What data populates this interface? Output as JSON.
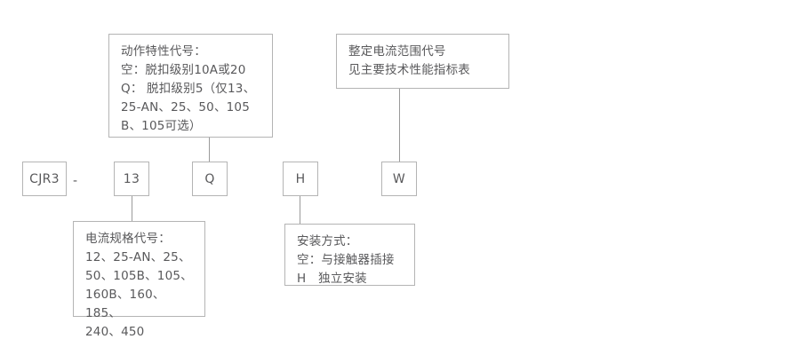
{
  "diagram": {
    "title": "CJR3 型号含义图",
    "line_color": "#b4b4b4",
    "text_color": "#59595b",
    "background": "#ffffff",
    "separator_dash": "-"
  },
  "code_boxes": [
    {
      "id": "series",
      "label": "CJR3"
    },
    {
      "id": "current-rating",
      "label": "13"
    },
    {
      "id": "trip-characteristic",
      "label": "Q"
    },
    {
      "id": "mounting",
      "label": "H"
    },
    {
      "id": "setting-range",
      "label": "W"
    }
  ],
  "callouts": [
    {
      "id": "trip-characteristic-callout",
      "text": "动作特性代号：\n空：脱扣级别10A或20\nQ： 脱扣级别5（仅13、\n25-AN、25、50、105\nB、105可选）"
    },
    {
      "id": "setting-range-callout",
      "text": "整定电流范围代号\n见主要技术性能指标表"
    },
    {
      "id": "current-rating-callout",
      "text": "电流规格代号：\n12、25-AN、25、\n50、105B、105、\n160B、160、185、\n240、450"
    },
    {
      "id": "mounting-callout",
      "text": "安装方式：\n空：与接触器插接\nH　独立安装"
    }
  ]
}
